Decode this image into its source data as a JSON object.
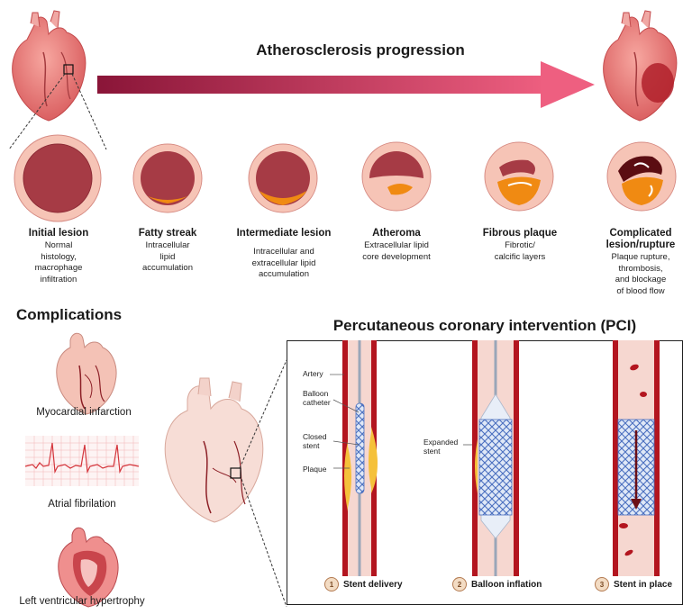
{
  "title": "Atherosclerosis progression",
  "stages": [
    {
      "title": "Initial lesion",
      "desc": [
        "Normal",
        "histology,",
        "macrophage",
        "infiltration"
      ]
    },
    {
      "title": "Fatty streak",
      "desc": [
        "Intracellular",
        "lipid",
        "accumulation"
      ]
    },
    {
      "title": "Intermediate lesion",
      "desc": [
        "Intracellular and",
        "extracellular lipid",
        "accumulation"
      ]
    },
    {
      "title": "Atheroma",
      "desc": [
        "Extracellular lipid",
        "core development"
      ]
    },
    {
      "title": "Fibrous plaque",
      "desc": [
        "Fibrotic/",
        "calcific layers"
      ]
    },
    {
      "title": "Complicated lesion/rupture",
      "title_lines": [
        "Complicated",
        "lesion/rupture"
      ],
      "desc": [
        "Plaque rupture,",
        "thrombosis,",
        "and blockage",
        "of blood flow"
      ]
    }
  ],
  "complications": {
    "title": "Complications",
    "items": [
      "Myocardial infarction",
      "Atrial fibrilation",
      "Left ventricular hypertrophy"
    ]
  },
  "pci": {
    "title": "Percutaneous coronary intervention (PCI)",
    "annotations": {
      "artery": "Artery",
      "balloon_catheter": [
        "Balloon",
        "catheter"
      ],
      "closed_stent": [
        "Closed",
        "stent"
      ],
      "plaque": "Plaque",
      "expanded_stent": [
        "Expanded",
        "stent"
      ]
    },
    "steps": [
      {
        "num": "1",
        "label": "Stent delivery"
      },
      {
        "num": "2",
        "label": "Balloon inflation"
      },
      {
        "num": "3",
        "label": "Stent in place"
      }
    ]
  },
  "colors": {
    "arrow_start": "#8a1538",
    "arrow_end": "#ee5f80",
    "vessel_wall": "#f6c4b6",
    "lumen": "#a63b45",
    "plaque": "#f08a12",
    "artery_red": "#b3151f",
    "stent_blue": "#5a80c8",
    "plaque_yellow": "#f5c13a"
  }
}
